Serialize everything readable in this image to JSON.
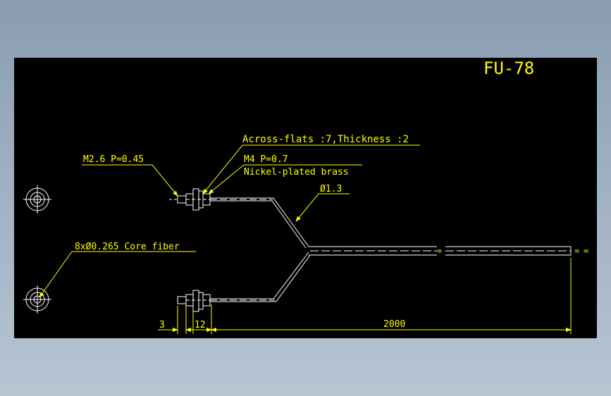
{
  "drawing": {
    "title": "FU-78",
    "labels": {
      "across_flats": "Across-flats :7,Thickness :2",
      "thread_small": "M2.6  P=0.45",
      "thread_large": "M4  P=0.7",
      "material": "Nickel-plated brass",
      "sheath_dia": "Ø1.3",
      "core_fiber": "8xØ0.265 Core fiber"
    },
    "dimensions": {
      "d1": "3",
      "d2": "12",
      "d3": "2000"
    },
    "break_mark": "="
  },
  "colors": {
    "background": "#000000",
    "annotation": "#ffff00",
    "geometry": "#ffffff"
  }
}
